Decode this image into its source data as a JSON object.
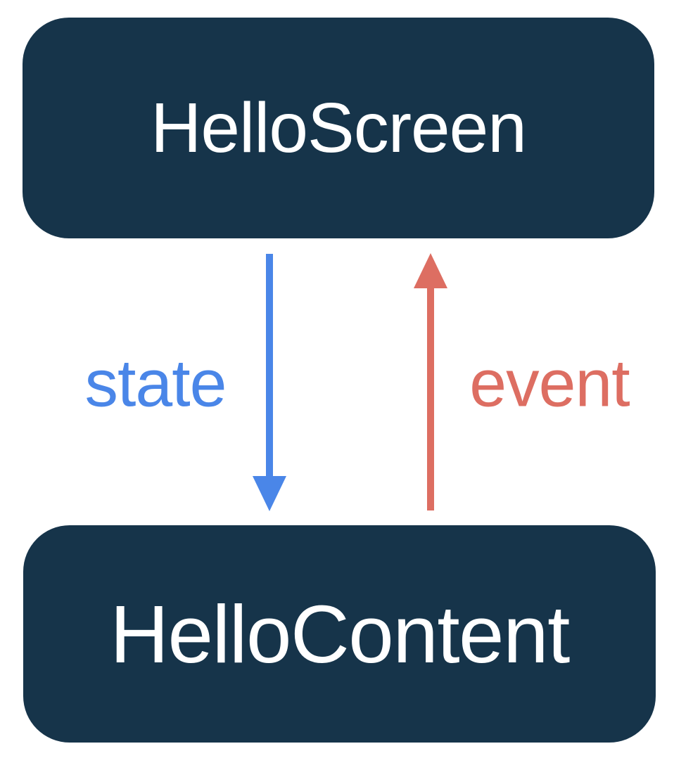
{
  "diagram": {
    "background": "#ffffff",
    "nodes": [
      {
        "id": "hello-screen",
        "label": "HelloScreen",
        "bg": "#16344a",
        "text_color": "#ffffff"
      },
      {
        "id": "hello-content",
        "label": "HelloContent",
        "bg": "#16344a",
        "text_color": "#ffffff"
      }
    ],
    "edges": [
      {
        "id": "state",
        "label": "state",
        "color": "#4a86e8",
        "direction": "down",
        "from": "HelloScreen",
        "to": "HelloContent"
      },
      {
        "id": "event",
        "label": "event",
        "color": "#dd6e62",
        "direction": "up",
        "from": "HelloContent",
        "to": "HelloScreen"
      }
    ]
  }
}
